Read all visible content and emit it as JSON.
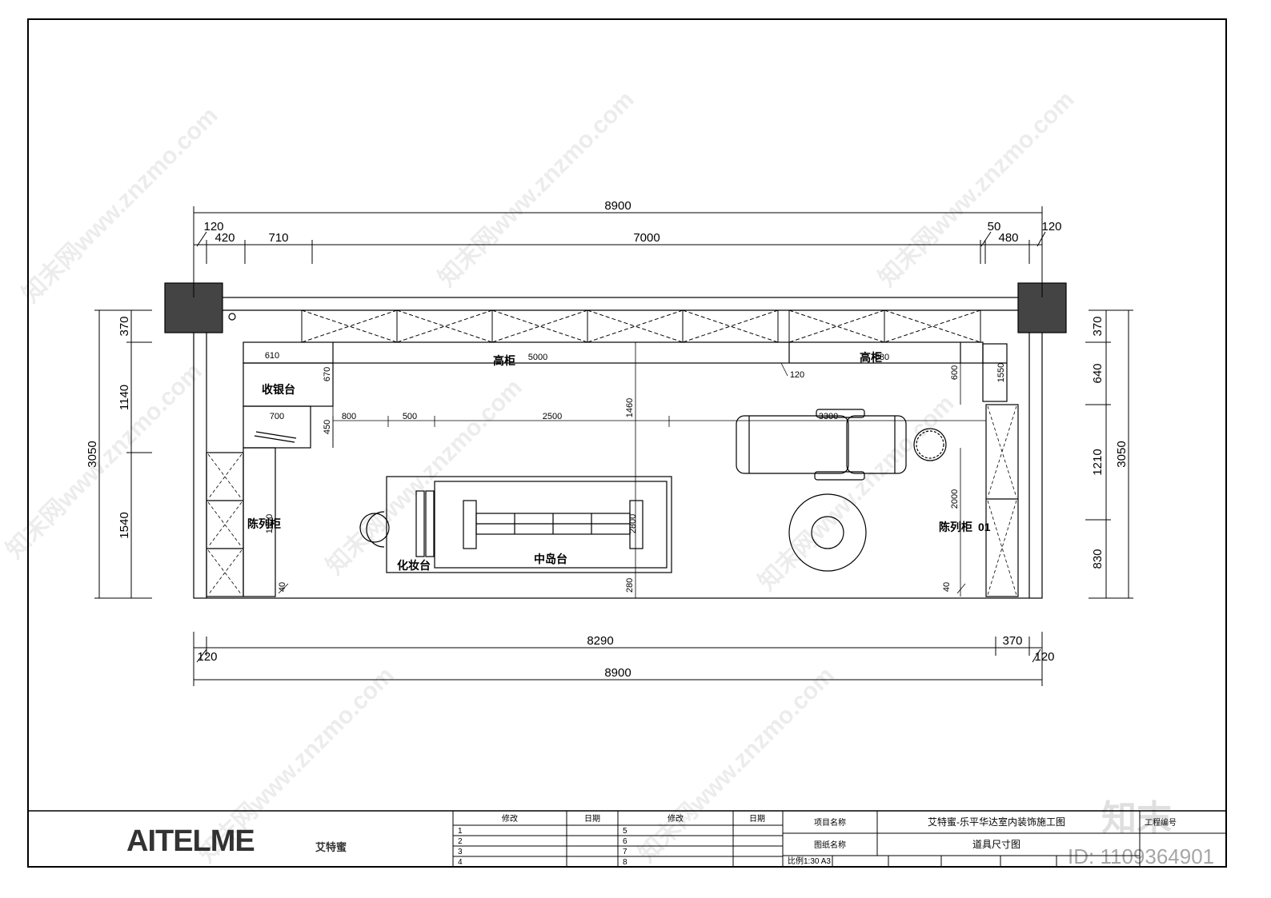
{
  "drawing": {
    "dims_top": {
      "overall": "8900",
      "seg_120_left": "120",
      "seg_420": "420",
      "seg_710": "710",
      "seg_7000": "7000",
      "seg_50": "50",
      "seg_480": "480",
      "seg_120_right": "120"
    },
    "dims_bottom": {
      "seg_8290": "8290",
      "seg_370": "370",
      "seg_120_left": "120",
      "seg_120_right": "120",
      "overall": "8900"
    },
    "dims_left": {
      "overall": "3050",
      "seg_370": "370",
      "seg_1140": "1140",
      "seg_1540": "1540"
    },
    "dims_right": {
      "overall": "3050",
      "seg_370": "370",
      "seg_640": "640",
      "seg_1210": "1210",
      "seg_830": "830"
    },
    "inner_dims": {
      "d610": "610",
      "d5000": "5000",
      "d670": "670",
      "d700": "700",
      "d450": "450",
      "d800": "800",
      "d500": "500",
      "d2500": "2500",
      "d1460": "1460",
      "d3300": "3300",
      "d680": "680",
      "d120": "120",
      "d2000": "2000",
      "d40_left": "40",
      "d40_right": "40",
      "d280": "280",
      "d600": "600",
      "d2800": "2800",
      "d1550": "1550",
      "d1800": "1800"
    },
    "labels": {
      "tall_cabinet": "高柜",
      "tall_cabinet_2": "高柜",
      "cashier": "收银台",
      "display_left": "陈列柜",
      "display_right": "陈列柜",
      "makeup": "化妆台",
      "island": "中岛台",
      "display_right_num": "01"
    }
  },
  "title_block": {
    "logo": "AITELME",
    "logo_cn": "艾特蜜",
    "rev_header_1": "修改",
    "date_header_1": "日期",
    "rev_header_2": "修改",
    "date_header_2": "日期",
    "rows_left": [
      "1",
      "2",
      "3",
      "4"
    ],
    "rows_right": [
      "5",
      "6",
      "7",
      "8"
    ],
    "project_name_label": "项目名称",
    "project_name": "艾特蜜-乐平华达室内装饰施工图",
    "drawing_name_label": "图纸名称",
    "drawing_name": "道具尺寸图",
    "scale_label": "比例",
    "scale": "1:30 A3",
    "sheet_no_label": "工程编号"
  },
  "watermark": {
    "text": "知末网www.znzmo.com",
    "logo": "知末",
    "id": "ID: 1109364901"
  }
}
